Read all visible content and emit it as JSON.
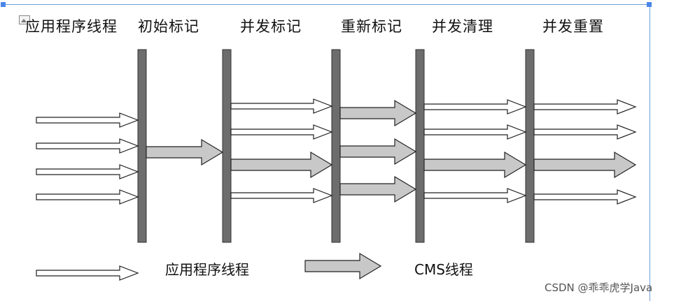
{
  "phases": [
    {
      "label": "应用程序线程"
    },
    {
      "label": "初始标记"
    },
    {
      "label": "并发标记"
    },
    {
      "label": "重新标记"
    },
    {
      "label": "并发清理"
    },
    {
      "label": "并发重置"
    }
  ],
  "legend": {
    "app_thread_label": "应用程序线程",
    "cms_thread_label": "CMS线程"
  },
  "watermark": "CSDN @乖乖虎学Java",
  "colors": {
    "barrier": "#6d6d6d",
    "cms_arrow_fill": "#c8c8c8",
    "app_arrow_fill": "#ffffff",
    "stroke": "#222222"
  },
  "icons": [
    "image-placeholder-icon"
  ]
}
